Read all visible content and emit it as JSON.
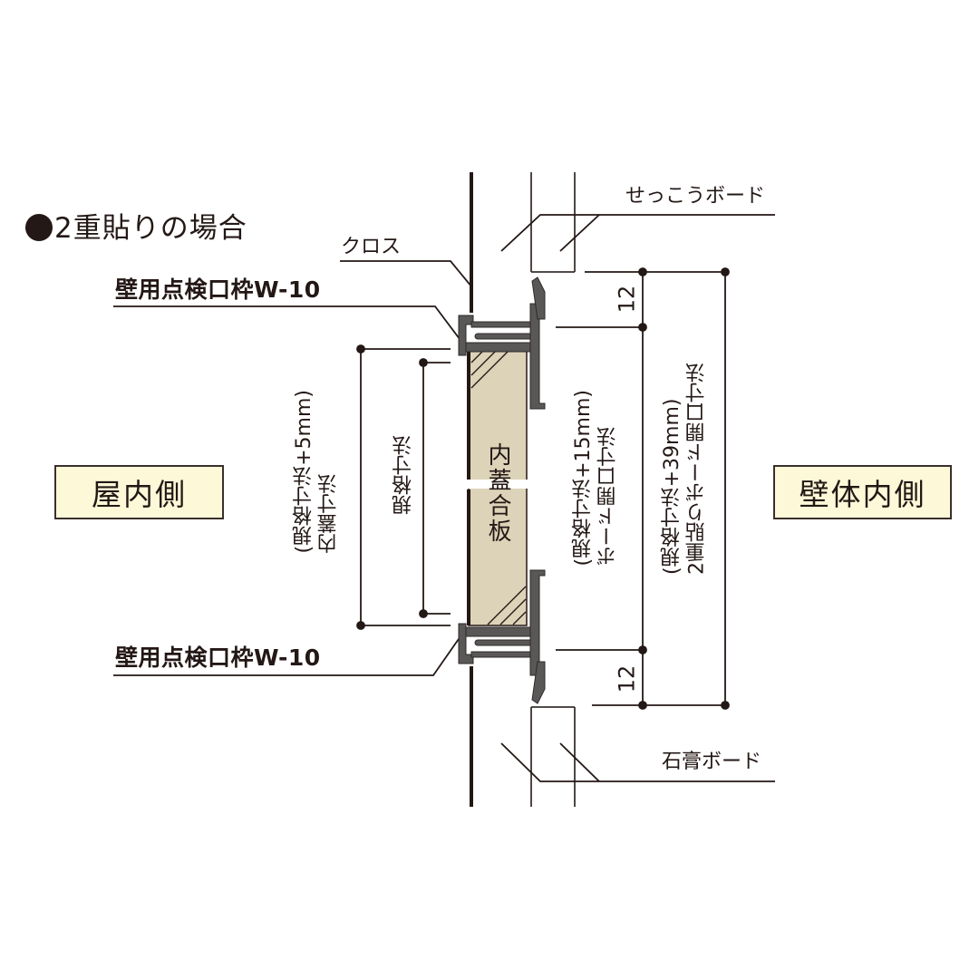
{
  "title": "2重貼りの場合",
  "labels": {
    "cloth": "クロス",
    "gypsum_board_top": "せっこうボード",
    "gypsum_board_bottom": "石膏ボード",
    "frame_top": "壁用点検口枠W-10",
    "frame_bottom": "壁用点検口枠W-10",
    "panel": "内蓋合板"
  },
  "sides": {
    "indoor": "屋内側",
    "wall_inside": "壁体内側"
  },
  "dimensions": {
    "inner_lid": {
      "line1": "内蓋寸法",
      "line2": "(規格寸法+5mm)"
    },
    "standard": {
      "line1": "規格寸法"
    },
    "board_opening": {
      "line1": "ボード開口寸法",
      "line2": "(規格寸法+15mm)"
    },
    "double_board_opening": {
      "line1": "2重貼りボード開口寸法",
      "line2": "(規格寸法+39mm)"
    },
    "offset_top": "12",
    "offset_bottom": "12"
  },
  "colors": {
    "line": "#231815",
    "frame": "#5a5757",
    "panel_fill": "#ddd3b8",
    "label_box": "#fdf8d8"
  }
}
